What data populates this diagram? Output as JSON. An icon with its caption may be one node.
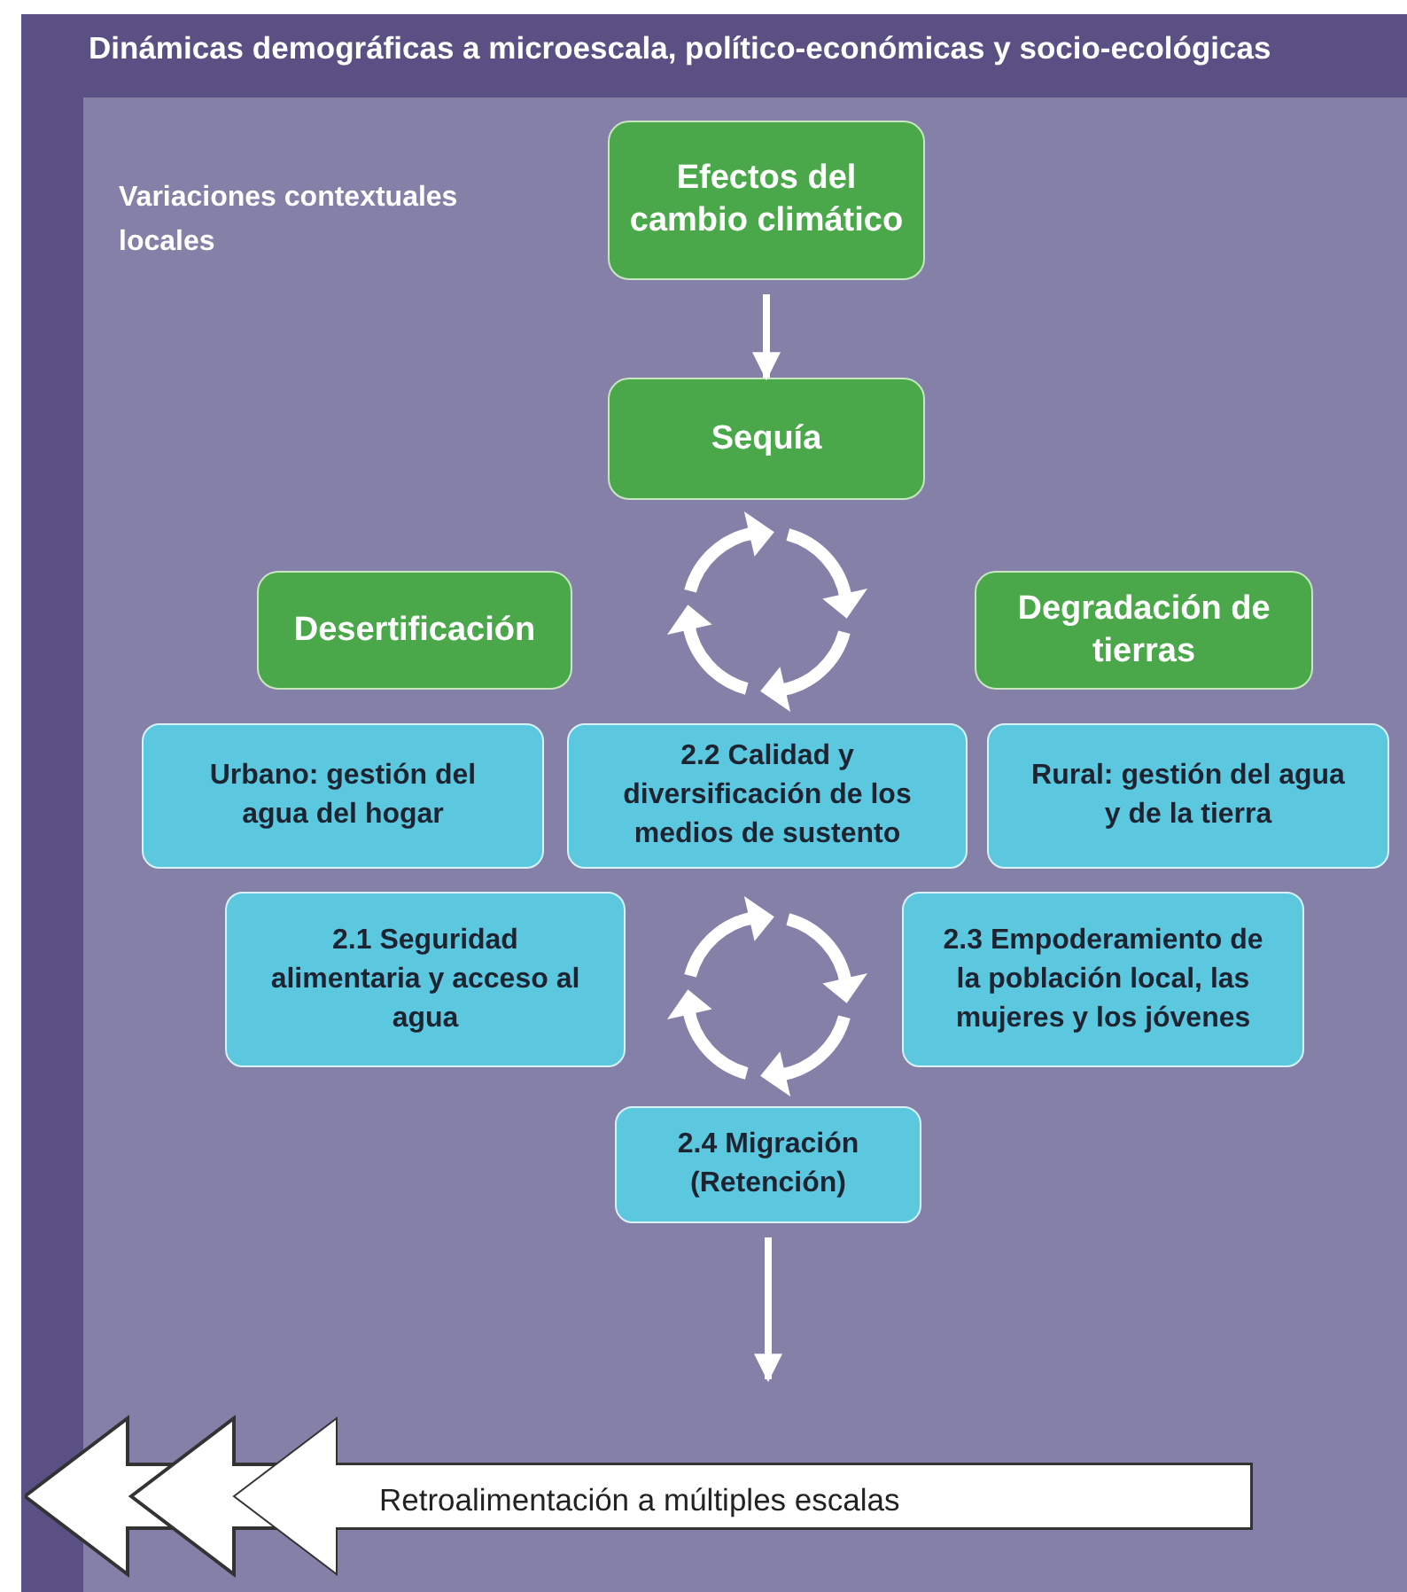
{
  "diagram": {
    "nodes": [
      {
        "text": [
          "Dinámicas demográficas a microescala, político-económicas y socio-ecológicas"
        ]
      },
      {
        "text": [
          "Variaciones contextuales locales"
        ],
        "in": 0
      },
      {
        "text": [
          "Efectos del cambio climático"
        ],
        "in": 1
      },
      {
        "text": [
          "Sequía"
        ],
        "in": 1
      },
      {
        "text": [
          "Desertificación"
        ],
        "in": 1
      },
      {
        "text": [
          "Degradación de tierras"
        ],
        "in": 1
      },
      {
        "text": [
          "Urbano: gestión del agua del hogar"
        ],
        "in": 1
      },
      {
        "text": [
          "2.2 Calidad y diversificación de los medios de sustento"
        ],
        "in": 1
      },
      {
        "text": [
          "Rural: gestión del agua y de la tierra"
        ],
        "in": 1
      },
      {
        "text": [
          "2.1 Seguridad alimentaria y acceso al agua"
        ],
        "in": 1
      },
      {
        "text": [
          "2.3 Empoderamiento de la población local, las mujeres y los jóvenes"
        ],
        "in": 1
      },
      {
        "text": [
          "2.4 Migración (Retención)"
        ],
        "in": 1
      },
      {
        "text": [
          "Retroalimentación a múltiples escalas"
        ],
        "in": 1
      }
    ],
    "edges": [
      {
        "from": 2,
        "to": 3,
        "arrow": "to"
      },
      {
        "from": 11,
        "to": 12,
        "arrow": "to"
      }
    ]
  }
}
